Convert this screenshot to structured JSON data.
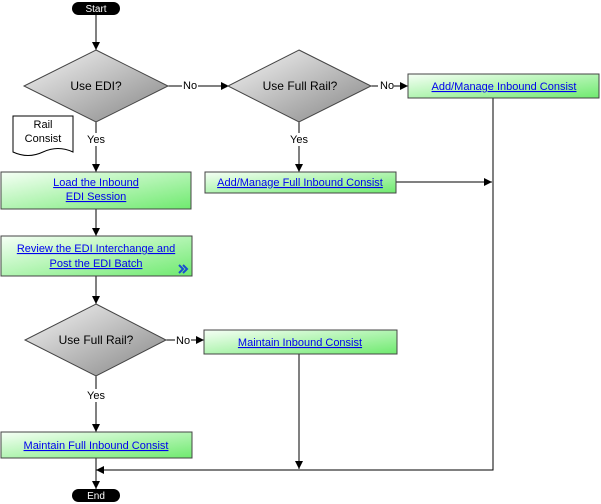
{
  "start_label": "Start",
  "end_label": "End",
  "decisions": {
    "use_edi": "Use EDI?",
    "use_full_rail_top": "Use Full Rail?",
    "use_full_rail_bottom": "Use Full Rail?"
  },
  "edge_labels": {
    "no": "No",
    "yes": "Yes"
  },
  "document": {
    "line1": "Rail",
    "line2": "Consist"
  },
  "processes": {
    "add_manage_inbound_consist": "Add/Manage Inbound Consist",
    "add_manage_full_inbound_consist": "Add/Manage Full Inbound Consist",
    "load_session_line1": "Load the Inbound",
    "load_session_line2": "EDI Session",
    "review_line1": "Review the EDI Interchange and",
    "review_line2": "Post the EDI Batch",
    "maintain_inbound_consist": "Maintain Inbound Consist",
    "maintain_full_inbound_consist": "Maintain Full Inbound Consist"
  },
  "colors": {
    "process_fill_light": "#f2fff2",
    "process_fill_dark": "#74ee74",
    "decision_fill_light": "#f4f4f4",
    "decision_fill_dark": "#8c8c8c",
    "terminator": "#000000",
    "link": "#0000ee"
  }
}
